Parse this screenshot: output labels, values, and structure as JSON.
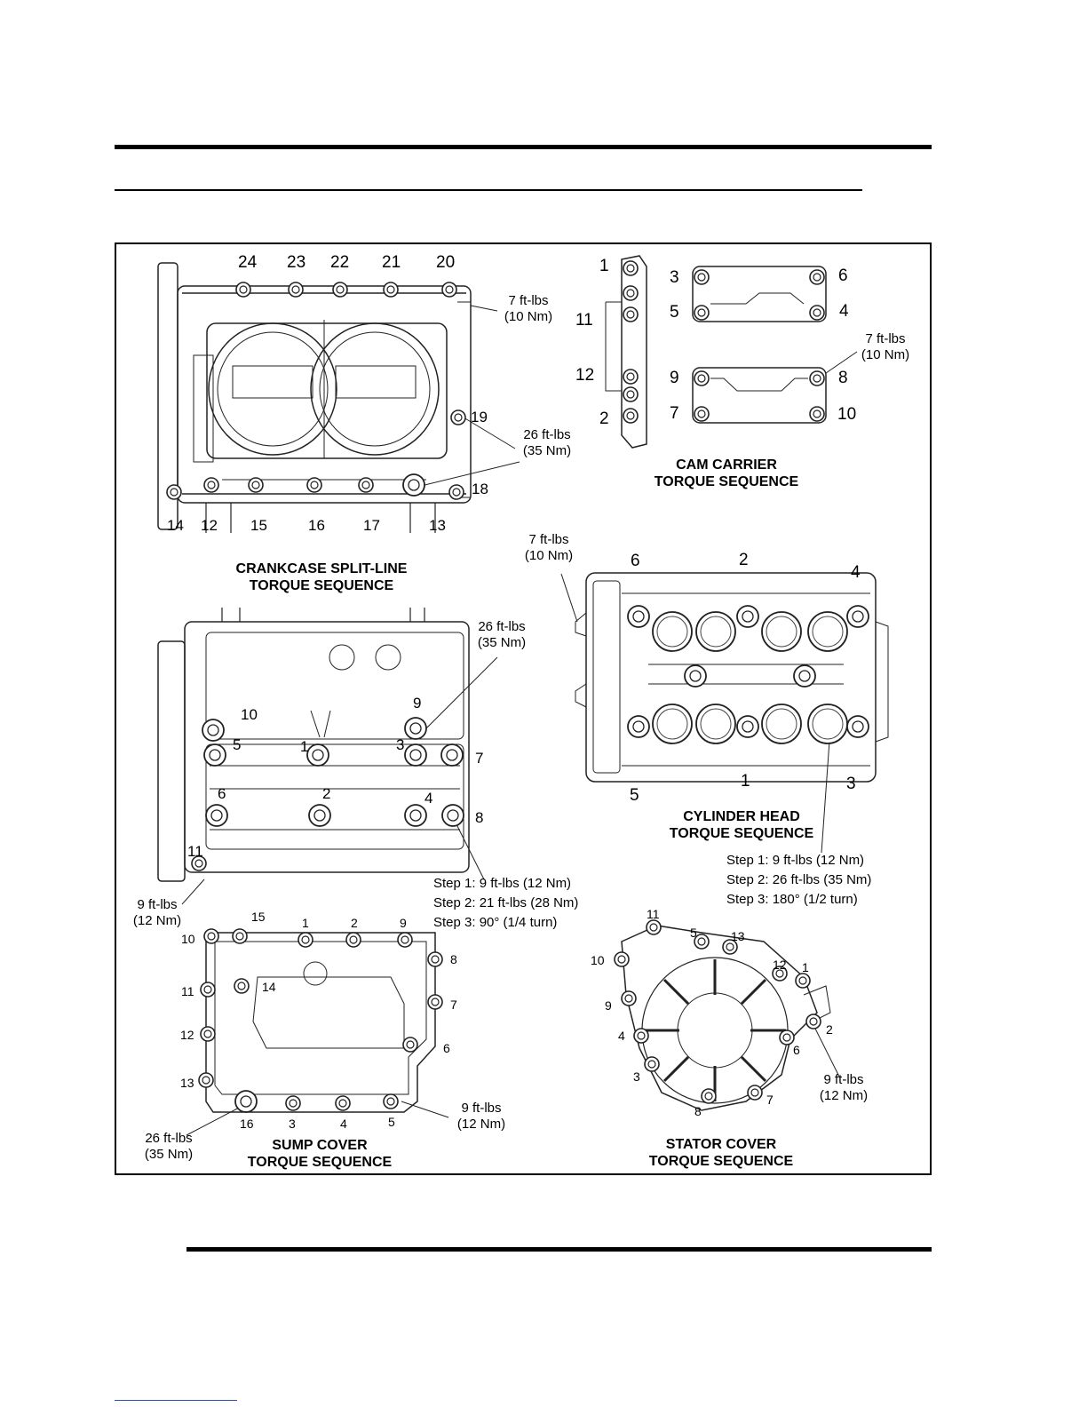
{
  "crankcase": {
    "caption_line1": "CRANKCASE SPLIT-LINE",
    "caption_line2": "TORQUE SEQUENCE",
    "torque_small_line1": "7 ft-lbs",
    "torque_small_line2": "(10 Nm)",
    "torque_large_line1": "26 ft-lbs",
    "torque_large_line2": "(35 Nm)",
    "bolt_numbers": [
      "24",
      "23",
      "22",
      "21",
      "20",
      "19",
      "18",
      "14",
      "12",
      "15",
      "16",
      "17",
      "13"
    ]
  },
  "cam_carrier": {
    "caption_line1": "CAM CARRIER",
    "caption_line2": "TORQUE SEQUENCE",
    "torque_line1": "7 ft-lbs",
    "torque_line2": "(10 Nm)",
    "bolt_numbers": [
      "1",
      "11",
      "12",
      "2",
      "3",
      "6",
      "5",
      "4",
      "9",
      "8",
      "7",
      "10"
    ]
  },
  "cylinder_head": {
    "caption_line1": "CYLINDER HEAD",
    "caption_line2": "TORQUE SEQUENCE",
    "torque_line1": "7 ft-lbs",
    "torque_line2": "(10 Nm)",
    "bolt_numbers": [
      "6",
      "2",
      "4",
      "5",
      "1",
      "3"
    ],
    "steps": [
      "Step 1: 9 ft-lbs (12 Nm)",
      "Step 2: 26 ft-lbs (35 Nm)",
      "Step 3: 180° (1/2 turn)"
    ]
  },
  "lower_case": {
    "torque_large_line1": "26 ft-lbs",
    "torque_large_line2": "(35 Nm)",
    "torque_small_line1": "9 ft-lbs",
    "torque_small_line2": "(12 Nm)",
    "bolt_numbers": [
      "10",
      "9",
      "5",
      "1",
      "3",
      "7",
      "6",
      "2",
      "4",
      "8",
      "11"
    ],
    "steps": [
      "Step 1: 9 ft-lbs (12 Nm)",
      "Step 2: 21 ft-lbs (28 Nm)",
      "Step 3: 90° (1/4 turn)"
    ]
  },
  "sump_cover": {
    "caption_line1": "SUMP COVER",
    "caption_line2": "TORQUE SEQUENCE",
    "torque_small_line1": "9 ft-lbs",
    "torque_small_line2": "(12 Nm)",
    "torque_large_line1": "26 ft-lbs",
    "torque_large_line2": "(35 Nm)",
    "bolt_numbers": [
      "15",
      "1",
      "2",
      "9",
      "10",
      "8",
      "11",
      "14",
      "7",
      "12",
      "6",
      "13",
      "16",
      "3",
      "4",
      "5"
    ]
  },
  "stator_cover": {
    "caption_line1": "STATOR COVER",
    "caption_line2": "TORQUE SEQUENCE",
    "torque_line1": "9 ft-lbs",
    "torque_line2": "(12 Nm)",
    "bolt_numbers": [
      "11",
      "5",
      "13",
      "10",
      "12",
      "1",
      "9",
      "2",
      "4",
      "6",
      "3",
      "8",
      "7"
    ]
  }
}
